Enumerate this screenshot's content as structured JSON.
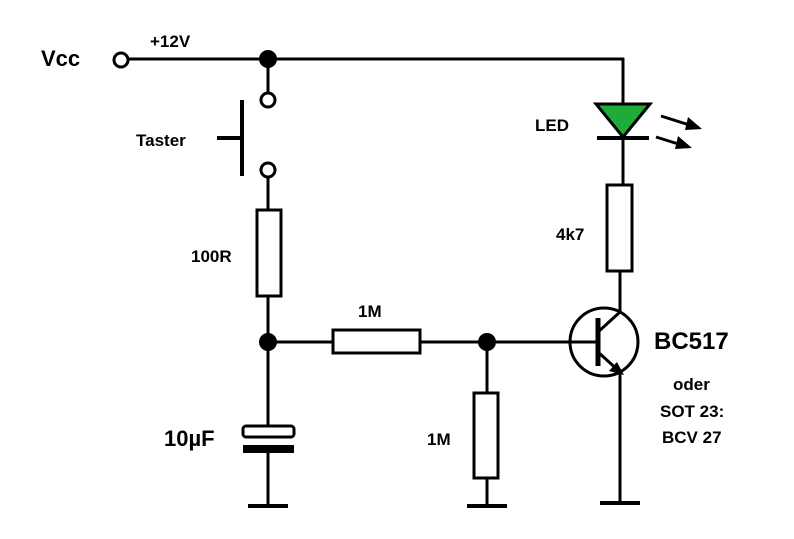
{
  "labels": {
    "vcc": "Vcc",
    "supply": "+12V",
    "switch": "Taster",
    "r_series": "100R",
    "capacitor": "10µF",
    "r_base": "1M",
    "r_pulldown": "1M",
    "led": "LED",
    "r_led": "4k7",
    "transistor": "BC517",
    "alt1": "oder",
    "alt2": "SOT 23:",
    "alt3": "BCV 27"
  },
  "colors": {
    "wire": "#000000",
    "led_fill": "#1faa3a",
    "background": "#ffffff"
  }
}
